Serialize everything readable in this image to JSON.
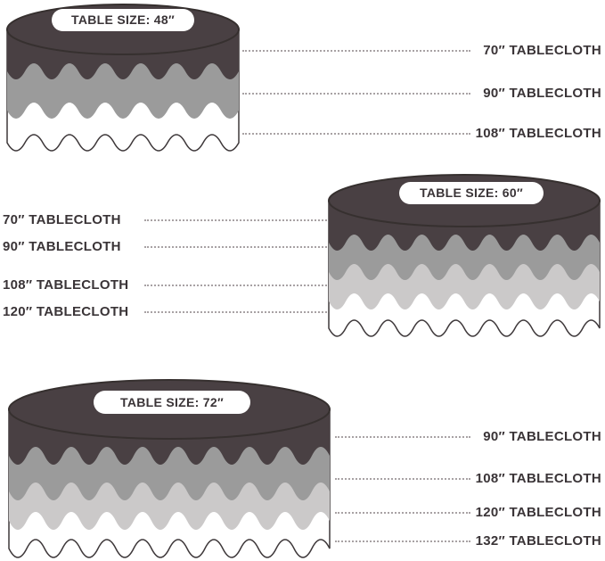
{
  "diagram": {
    "table48": {
      "title": "TABLE SIZE: 48″",
      "labels": [
        "70″ TABLECLOTH",
        "90″ TABLECLOTH",
        "108″ TABLECLOTH"
      ]
    },
    "table60": {
      "title": "TABLE SIZE: 60″",
      "labels": [
        "70″ TABLECLOTH",
        "90″ TABLECLOTH",
        "108″ TABLECLOTH",
        "120″ TABLECLOTH"
      ]
    },
    "table72": {
      "title": "TABLE SIZE: 72″",
      "labels": [
        "90″ TABLECLOTH",
        "108″ TABLECLOTH",
        "120″ TABLECLOTH",
        "132″ TABLECLOTH"
      ]
    },
    "colors": {
      "layer_dark": "#494043",
      "layer_medium_gray": "#9b9b9b",
      "layer_light_gray": "#cbc9c9",
      "layer_white": "#ffffff",
      "outline": "#3e383a",
      "text": "#3a3437",
      "leader_dots": "#a8a2a4"
    }
  }
}
